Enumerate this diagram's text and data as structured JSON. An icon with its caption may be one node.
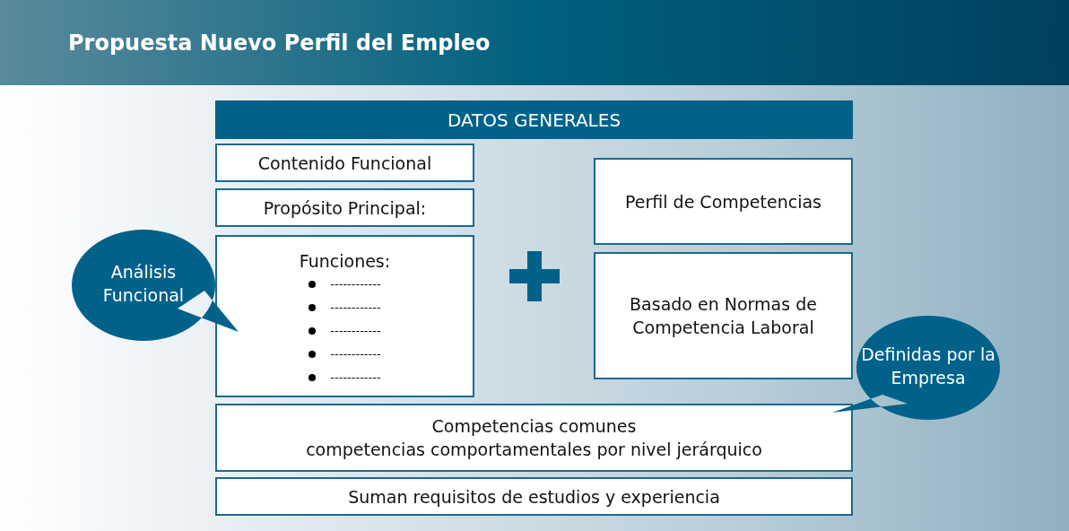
{
  "diagram": {
    "title": "Propuesta Nuevo Perfil del Empleo",
    "nodes": [
      {
        "text": [
          "DATOS GENERALES"
        ]
      },
      {
        "text": [
          "Contenido Funcional"
        ]
      },
      {
        "text": [
          "Propósito Principal:"
        ]
      },
      {
        "text": [
          "Funciones:",
          "------------",
          "------------",
          "------------",
          "------------",
          "------------"
        ]
      },
      {
        "text": [
          "Perfil de Competencias"
        ]
      },
      {
        "text": [
          "Basado en Normas de Competencia Laboral"
        ]
      },
      {
        "text": [
          "Competencias comunes",
          "competencias comportamentales por nivel jerárquico"
        ]
      },
      {
        "text": [
          "Suman requisitos de estudios y experiencia"
        ]
      },
      {
        "text": [
          "Análisis Funcional"
        ]
      },
      {
        "text": [
          "Definidas por la Empresa"
        ]
      }
    ]
  }
}
